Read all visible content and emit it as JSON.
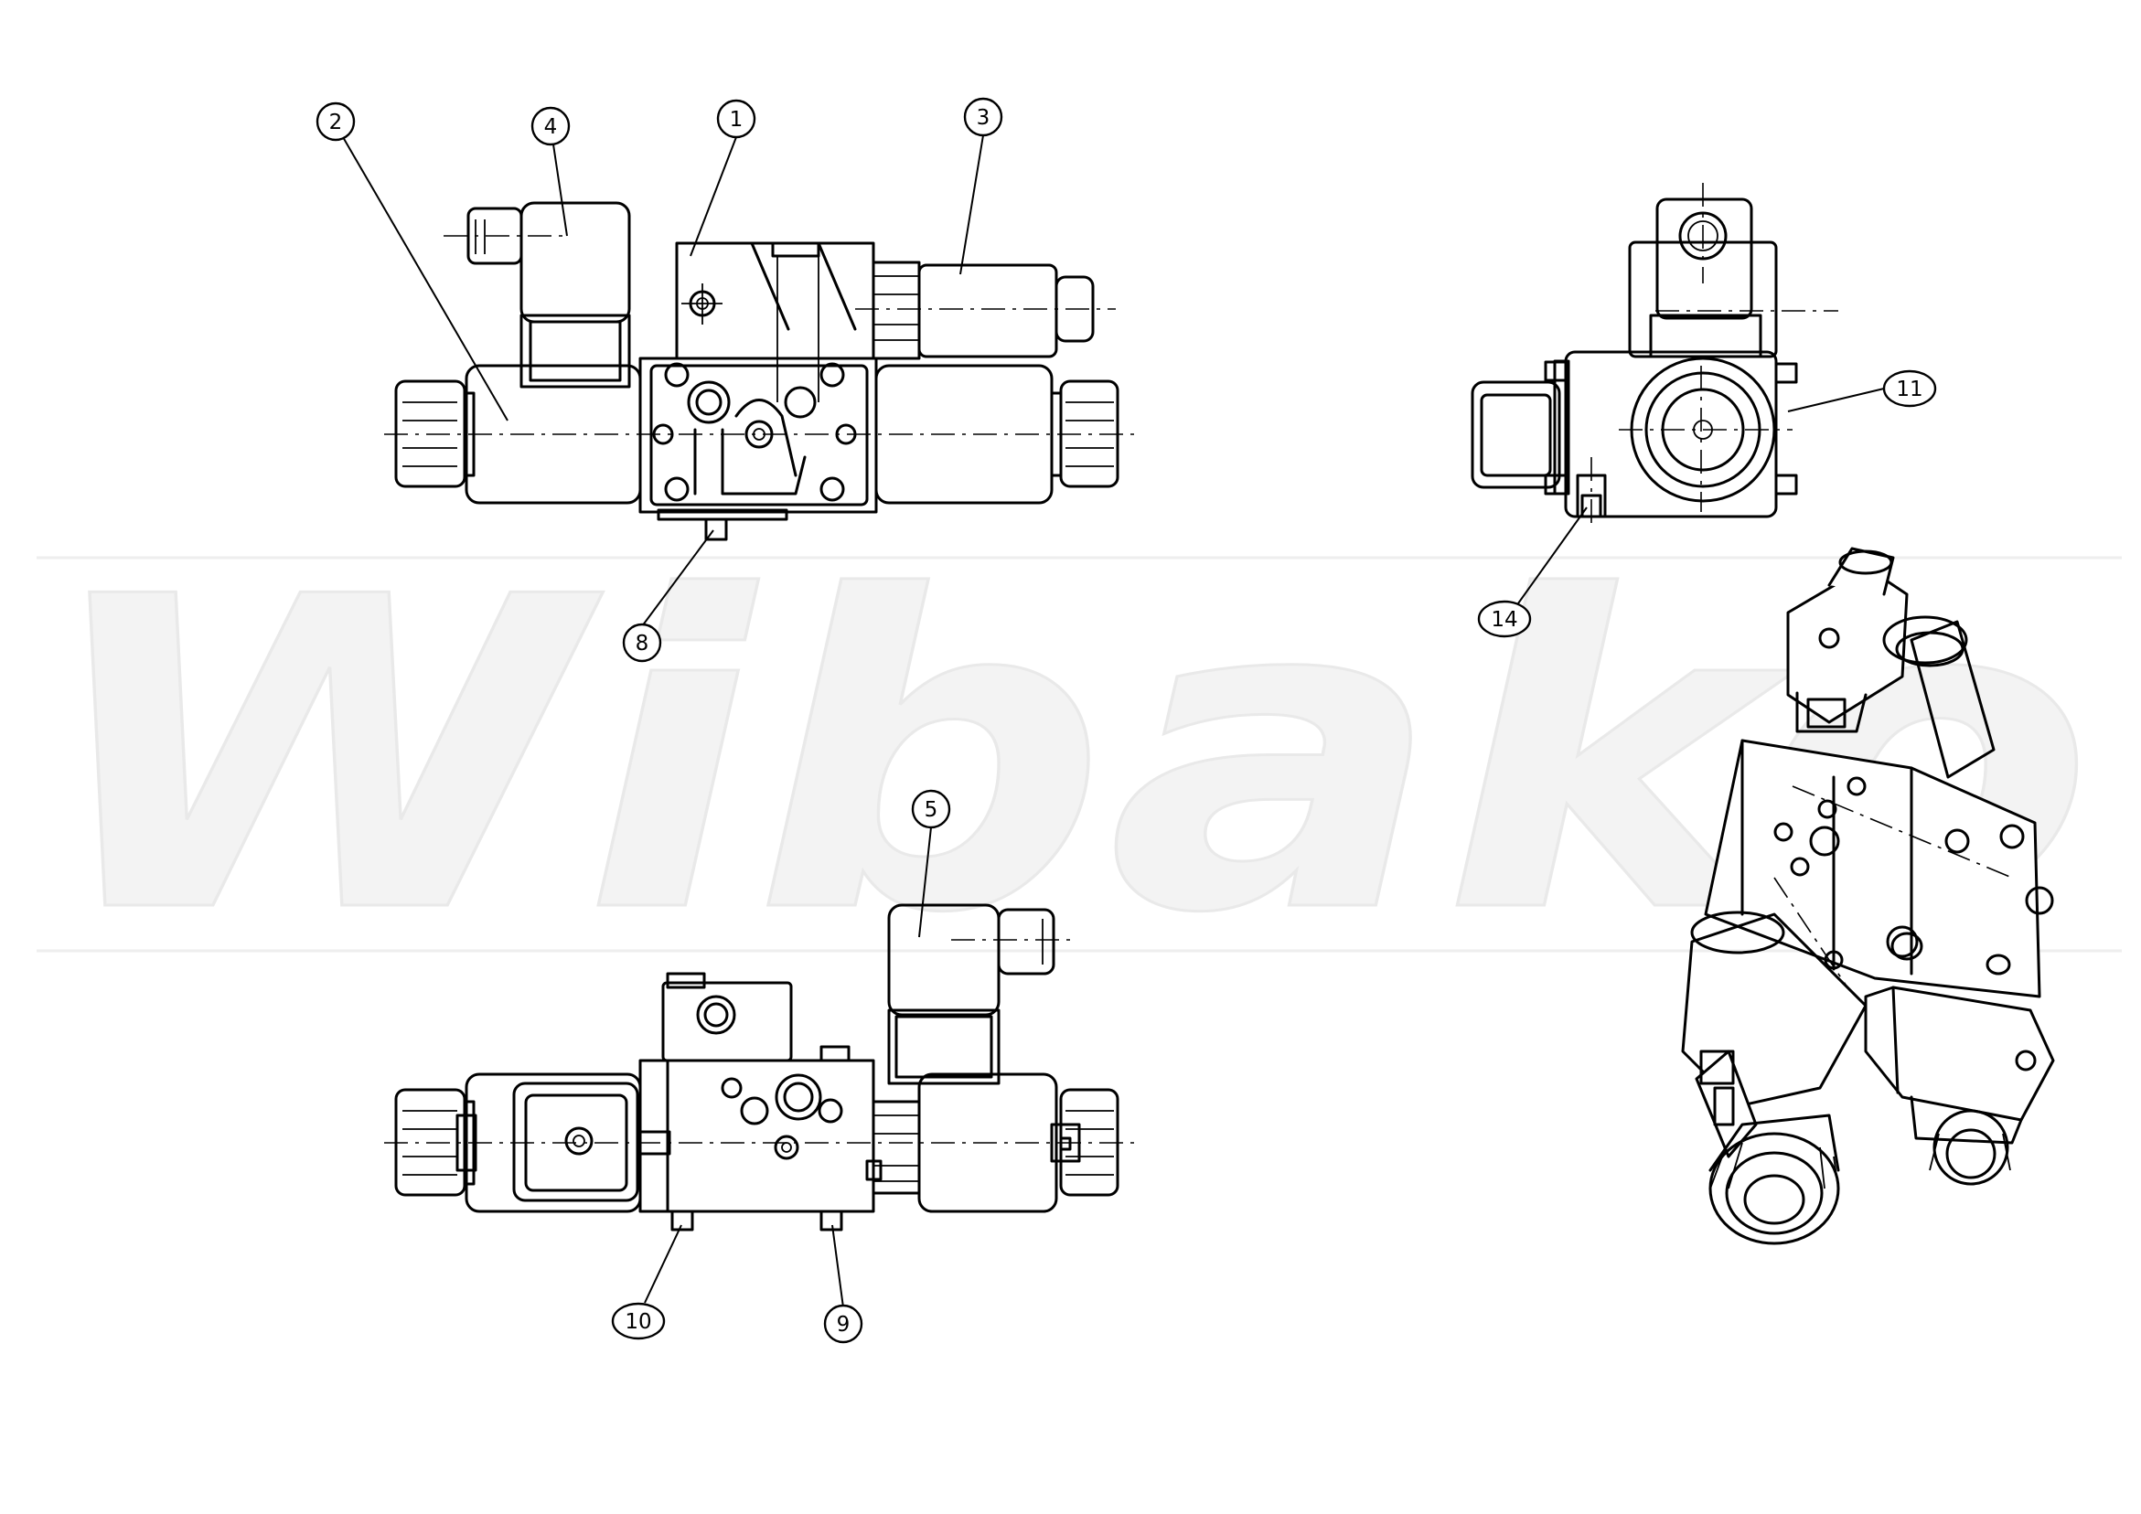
{
  "watermark": {
    "text": "Wibako"
  },
  "callouts": [
    {
      "label": "1"
    },
    {
      "label": "2"
    },
    {
      "label": "3"
    },
    {
      "label": "4"
    },
    {
      "label": "5"
    },
    {
      "label": "8"
    },
    {
      "label": "9"
    },
    {
      "label": "10"
    },
    {
      "label": "11"
    },
    {
      "label": "14"
    }
  ]
}
